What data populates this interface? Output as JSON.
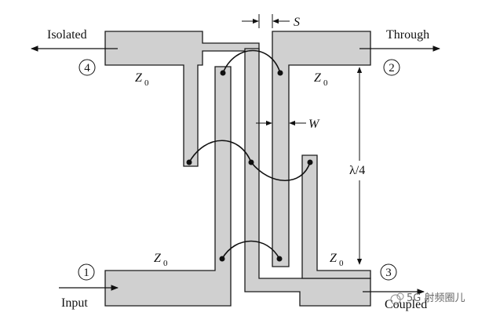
{
  "ports": {
    "isolated": {
      "label": "Isolated",
      "number": "4"
    },
    "through": {
      "label": "Through",
      "number": "2"
    },
    "input": {
      "label": "Input",
      "number": "1"
    },
    "coupled": {
      "label": "Coupled",
      "number": "3"
    }
  },
  "impedance": {
    "symbol": "Z",
    "subscript": "0"
  },
  "dimensions": {
    "spacing": "S",
    "width": "W",
    "length": "λ/4"
  },
  "watermark": "5G 射频圈儿",
  "colors": {
    "strip_fill": "#d0d0d0",
    "stroke": "#1a1a1a"
  }
}
